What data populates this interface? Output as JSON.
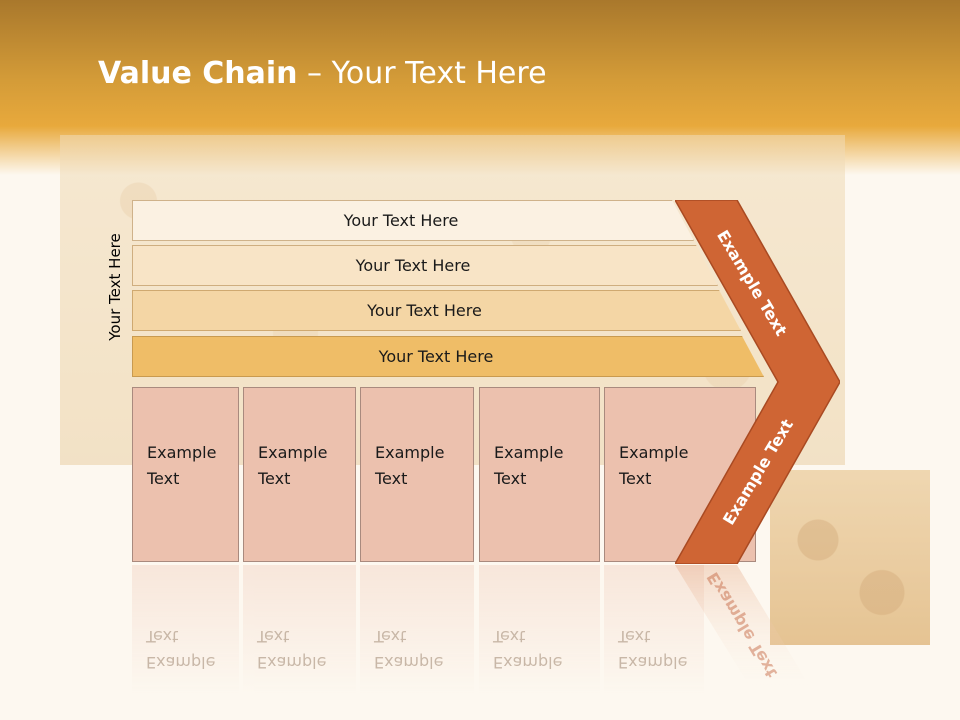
{
  "slide": {
    "title_bold": "Value Chain",
    "title_rest": " – Your Text Here",
    "side_label": "Your Text Here"
  },
  "bands": [
    {
      "label": "Your Text Here"
    },
    {
      "label": "Your Text Here"
    },
    {
      "label": "Your Text Here"
    },
    {
      "label": "Your Text Here"
    }
  ],
  "boxes": [
    {
      "line1": "Example",
      "line2": "Text"
    },
    {
      "line1": "Example",
      "line2": "Text"
    },
    {
      "line1": "Example",
      "line2": "Text"
    },
    {
      "line1": "Example",
      "line2": "Text"
    },
    {
      "line1": "Example",
      "line2": "Text"
    }
  ],
  "chevron": {
    "upper_label": "Example Text",
    "lower_label": "Example Text",
    "color": "#cf6534"
  },
  "colors": {
    "header": "#e8a93c",
    "band_1": "#fbf1e2",
    "band_2": "#f8e4c6",
    "band_3": "#f4d6a5",
    "band_4": "#efbd67",
    "box": "#ecc1ae"
  }
}
